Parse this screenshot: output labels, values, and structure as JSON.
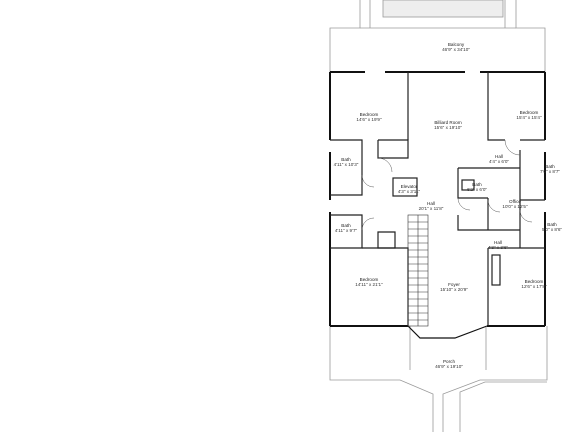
{
  "rooms": {
    "balcony": {
      "name": "Balcony",
      "dims": "46'9\" x 34'10\""
    },
    "bed_nw": {
      "name": "Bedroom",
      "dims": "14'6\" x 19'9\""
    },
    "billiard": {
      "name": "Billiard Room",
      "dims": "15'6\" x 19'10\""
    },
    "bed_ne": {
      "name": "Bedroom",
      "dims": "15'4\" x 15'4\""
    },
    "bath_w1": {
      "name": "Bath",
      "dims": "4'11\" x 10'3\""
    },
    "hall_n": {
      "name": "Hall",
      "dims": "4'4\" x 6'0\""
    },
    "bath_e1": {
      "name": "Bath",
      "dims": "7'0\" x 8'7\""
    },
    "elevator": {
      "name": "Elevator",
      "dims": "4'3\" x 3'11\""
    },
    "bath_mid": {
      "name": "Bath",
      "dims": "6'2\" x 6'0\""
    },
    "office": {
      "name": "Office",
      "dims": "10'0\" x 12'5\""
    },
    "hall_c": {
      "name": "Hall",
      "dims": "20'1\" x 11'8\""
    },
    "bath_w2": {
      "name": "Bath",
      "dims": "4'11\" x 9'7\""
    },
    "bath_e2": {
      "name": "Bath",
      "dims": "5'0\" x 8'6\""
    },
    "hall_s": {
      "name": "Hall",
      "dims": "4'3\" x 3'6\""
    },
    "bed_sw": {
      "name": "Bedroom",
      "dims": "14'11\" x 21'1\""
    },
    "foyer": {
      "name": "Foyer",
      "dims": "15'10\" x 20'9\""
    },
    "bed_se": {
      "name": "Bedroom",
      "dims": "12'6\" x 17'8\""
    },
    "porch": {
      "name": "Porch",
      "dims": "46'9\" x 19'10\""
    }
  }
}
